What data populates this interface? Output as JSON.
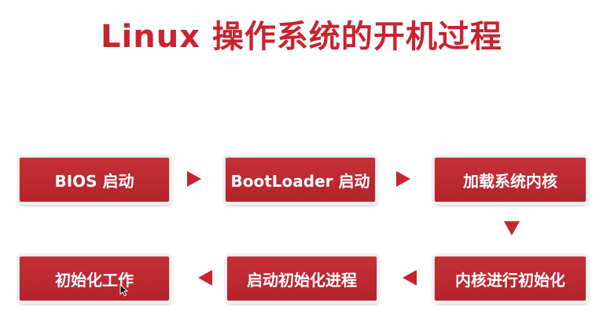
{
  "title": "Linux 操作系统的开机过程",
  "steps": [
    {
      "label": "BIOS 启动"
    },
    {
      "label": "BootLoader 启动"
    },
    {
      "label": "加载系统内核"
    },
    {
      "label": "内核进行初始化"
    },
    {
      "label": "启动初始化进程"
    },
    {
      "label": "初始化工作"
    }
  ],
  "colors": {
    "accent": "#c8232f",
    "box": "#b9262e"
  }
}
